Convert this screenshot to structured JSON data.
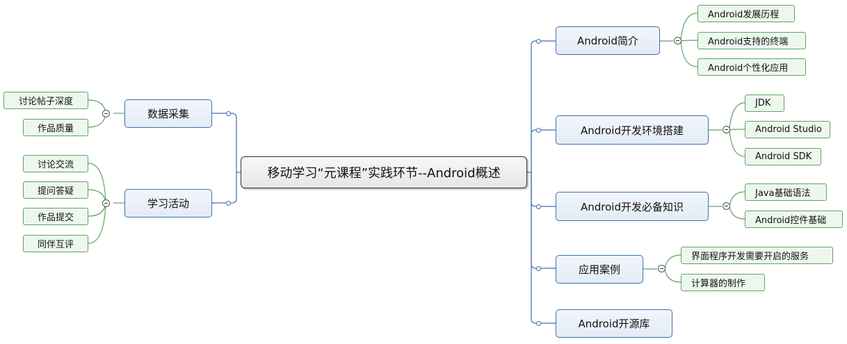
{
  "central": "移动学习“元课程”实践环节--Android概述",
  "left": [
    {
      "label": "数据采集",
      "children": [
        "讨论帖子深度",
        "作品质量"
      ]
    },
    {
      "label": "学习活动",
      "children": [
        "讨论交流",
        "提问答疑",
        "作品提交",
        "同伴互评"
      ]
    }
  ],
  "right": [
    {
      "label": "Android简介",
      "children": [
        "Android发展历程",
        "Android支持的终端",
        "Android个性化应用"
      ]
    },
    {
      "label": "Android开发环境搭建",
      "children": [
        "JDK",
        "Android Studio",
        "Android SDK"
      ]
    },
    {
      "label": "Android开发必备知识",
      "children": [
        "Java基础语法",
        "Android控件基础"
      ]
    },
    {
      "label": "应用案例",
      "children": [
        "界面程序开发需要开启的服务",
        "计算器的制作"
      ]
    },
    {
      "label": "Android开源库",
      "children": []
    }
  ],
  "colors": {
    "main_border": "#3d6fb0",
    "sub_border": "#5fa35f",
    "central_border": "#2f2f2f"
  }
}
